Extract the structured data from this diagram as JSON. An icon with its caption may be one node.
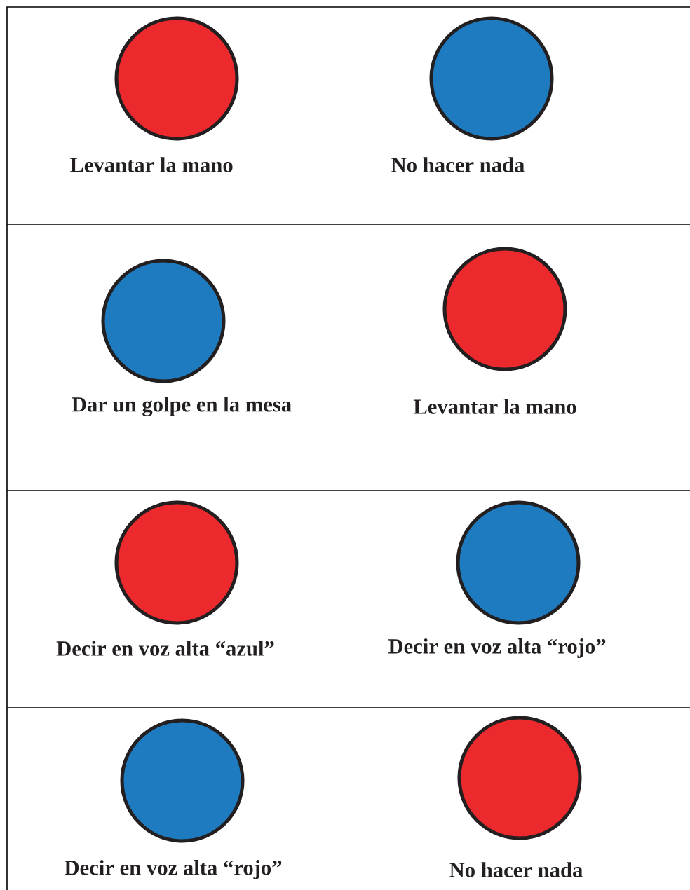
{
  "diagram": {
    "nodes": [
      {
        "text": [
          "Levantar la mano"
        ]
      },
      {
        "text": [
          "No hacer nada"
        ]
      },
      {
        "text": [
          "Dar un golpe en la mesa"
        ]
      },
      {
        "text": [
          "Levantar la mano"
        ]
      },
      {
        "text": [
          "Decir en voz alta “azul”"
        ]
      },
      {
        "text": [
          "Decir en voz alta “rojo”"
        ]
      },
      {
        "text": [
          "Decir en voz alta “rojo”"
        ]
      },
      {
        "text": [
          "No hacer nada"
        ]
      }
    ]
  }
}
